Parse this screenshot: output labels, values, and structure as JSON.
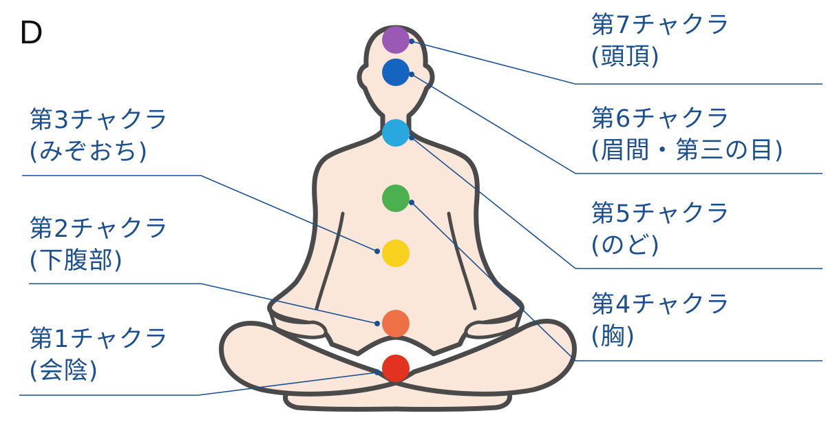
{
  "panel_letter": "D",
  "labels": {
    "c7": {
      "name": "第7チャクラ",
      "location": "(頭頂)"
    },
    "c6": {
      "name": "第6チャクラ",
      "location": "(眉間・第三の目)"
    },
    "c5": {
      "name": "第5チャクラ",
      "location": "(のど)"
    },
    "c4": {
      "name": "第4チャクラ",
      "location": "(胸)"
    },
    "c3": {
      "name": "第3チャクラ",
      "location": "(みぞおち)"
    },
    "c2": {
      "name": "第2チャクラ",
      "location": "(下腹部)"
    },
    "c1": {
      "name": "第1チャクラ",
      "location": "(会陰)"
    }
  },
  "colors": {
    "body_fill": "#fbe6da",
    "body_outline": "#4a4a4a",
    "leader_line": "#1b4f8f",
    "chakra7": "#9b59b6",
    "chakra6": "#1565c0",
    "chakra5": "#29a8e0",
    "chakra4": "#4caf50",
    "chakra3": "#f7d11e",
    "chakra2": "#ee7046",
    "chakra1": "#e3321f"
  }
}
